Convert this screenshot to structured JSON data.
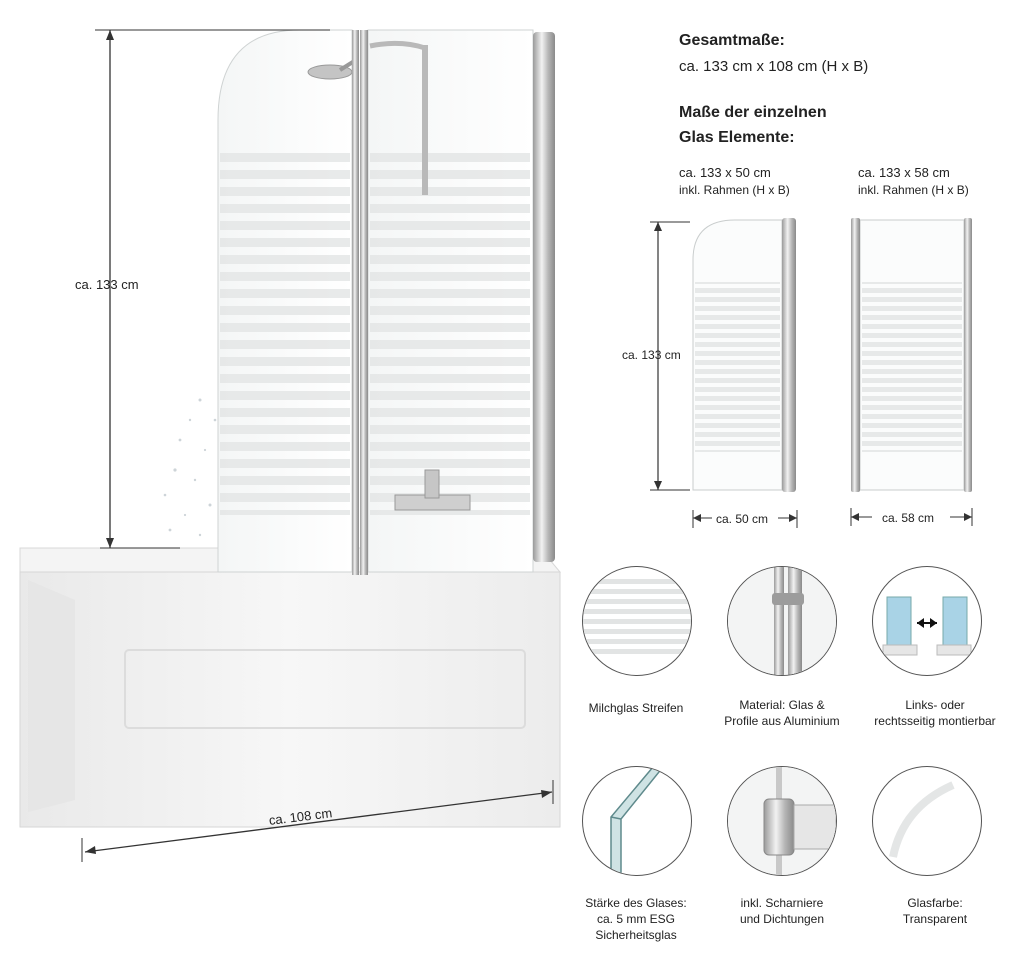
{
  "main_dims": {
    "height_label": "ca. 133 cm",
    "width_label": "ca. 108 cm"
  },
  "overall": {
    "heading": "Gesamtmaße:",
    "value": "ca. 133 cm x 108 cm (H x B)"
  },
  "elements": {
    "heading_line1": "Maße der einzelnen",
    "heading_line2": "Glas Elemente:",
    "panel_a": {
      "size": "ca. 133 x 50 cm",
      "note": "inkl. Rahmen (H x B)",
      "height_label": "ca. 133 cm",
      "width_label": "ca. 50 cm"
    },
    "panel_b": {
      "size": "ca. 133 x 58 cm",
      "note": "inkl. Rahmen (H x B)",
      "width_label": "ca. 58 cm"
    }
  },
  "features": [
    {
      "icon": "frosted-stripes-icon",
      "line1": "Milchglas Streifen",
      "line2": "",
      "line3": ""
    },
    {
      "icon": "aluminium-profile-icon",
      "line1": "Material: Glas &",
      "line2": "Profile aus Aluminium",
      "line3": ""
    },
    {
      "icon": "mount-side-icon",
      "line1": "Links- oder",
      "line2": "rechtsseitig montierbar",
      "line3": ""
    },
    {
      "icon": "glass-edge-icon",
      "line1": "Stärke des Glases:",
      "line2": "ca. 5 mm ESG",
      "line3": "Sicherheitsglas"
    },
    {
      "icon": "hinge-icon",
      "line1": "inkl. Scharniere",
      "line2": "und Dichtungen",
      "line3": ""
    },
    {
      "icon": "transparent-glass-icon",
      "line1": "Glasfarbe:",
      "line2": "Transparent",
      "line3": ""
    }
  ]
}
